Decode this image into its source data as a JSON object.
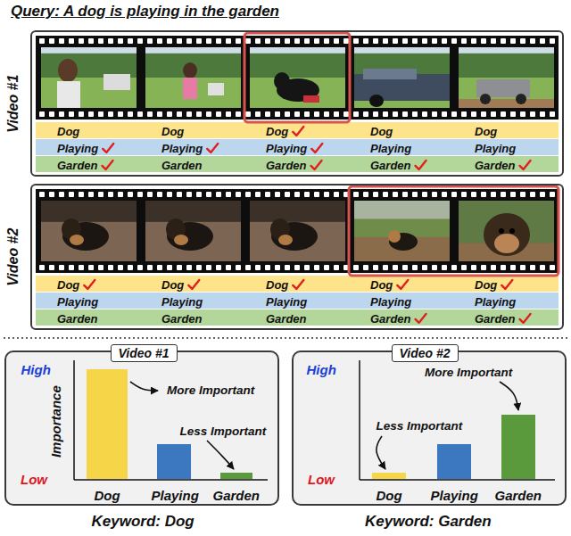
{
  "diagram": {
    "title": "Query: A dog is playing in the garden",
    "nodes": [
      {
        "text": [
          "Video #1"
        ]
      },
      {
        "text": [
          "Dog",
          "Dog",
          "Dog",
          "Dog",
          "Dog"
        ],
        "in": 0
      },
      {
        "text": [
          "Playing",
          "Playing",
          "Playing",
          "Playing",
          "Playing"
        ],
        "in": 0
      },
      {
        "text": [
          "Garden",
          "Garden",
          "Garden",
          "Garden",
          "Garden"
        ],
        "in": 0
      },
      {
        "text": [
          "Video #2"
        ]
      },
      {
        "text": [
          "Dog",
          "Dog",
          "Dog",
          "Dog",
          "Dog"
        ],
        "in": 4
      },
      {
        "text": [
          "Playing",
          "Playing",
          "Playing",
          "Playing",
          "Playing"
        ],
        "in": 4
      },
      {
        "text": [
          "Garden",
          "Garden",
          "Garden",
          "Garden",
          "Garden"
        ],
        "in": 4
      },
      {
        "text": [
          "High",
          "Importance",
          "Low",
          "More Important",
          "Less Important",
          "Dog",
          "Playing",
          "Garden",
          "Keyword: Dog"
        ]
      },
      {
        "text": [
          "Video #1"
        ],
        "in": 8
      },
      {
        "text": [
          "High",
          "More Important",
          "Less Important",
          "Low",
          "Dog",
          "Playing",
          "Garden",
          "Keyword: Garden"
        ]
      },
      {
        "text": [
          "Video #2"
        ],
        "in": 10
      }
    ]
  }
}
